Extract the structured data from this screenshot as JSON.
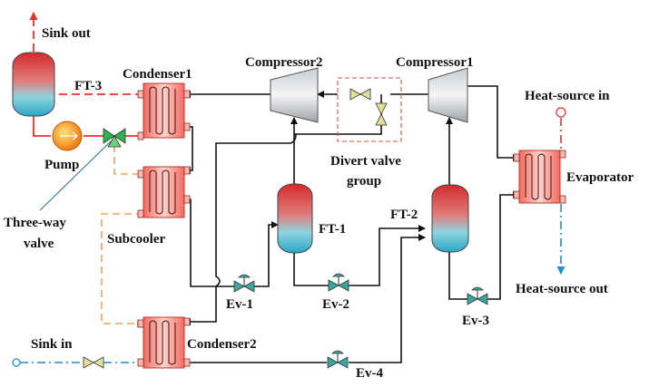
{
  "labels": {
    "sink_out": "Sink out",
    "ft3": "FT-3",
    "condenser1": "Condenser1",
    "compressor2": "Compressor2",
    "compressor1": "Compressor1",
    "heat_source_in": "Heat-source in",
    "pump": "Pump",
    "divert_line1": "Divert valve",
    "divert_line2": "group",
    "evaporator": "Evaporator",
    "three_way_line1": "Three-way",
    "three_way_line2": "valve",
    "subcooler": "Subcooler",
    "ft1": "FT-1",
    "ft2": "FT-2",
    "ev1": "Ev-1",
    "ev2": "Ev-2",
    "ev3": "Ev-3",
    "ev4": "Ev-4",
    "heat_source_out": "Heat-source out",
    "sink_in": "Sink in",
    "condenser2": "Condenser2"
  },
  "colors": {
    "refrigerant_line": "#111111",
    "sink_line": "#e8312b",
    "subcool_line": "#f2a35c",
    "source_line": "#1b8ed6",
    "vessel_hot": "#e23a3a",
    "vessel_cold": "#4fc3d8",
    "valve_green": "#2fb34a",
    "valve_teal": "#3aa6a0",
    "pump_orange": "#f08a1c"
  }
}
